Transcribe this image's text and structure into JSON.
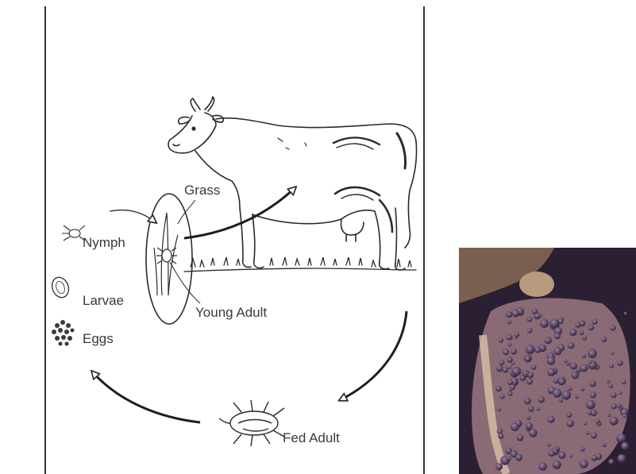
{
  "diagram": {
    "labels": {
      "grass": "Grass",
      "nymph": "Nymph",
      "larvae": "Larvae",
      "eggs": "Eggs",
      "young_adult": "Young Adult",
      "fed_adult": "Fed Adult"
    }
  },
  "colors": {
    "frame_border": "#333333",
    "ink": "#2a2a2a",
    "photo_dark": "#2b1f33",
    "photo_tick": "#6a5470",
    "photo_skin": "#b89a7c"
  },
  "icons": {
    "cow": "cow-illustration",
    "nymph": "nymph-tick-icon",
    "larvae": "larvae-icon",
    "eggs": "eggs-cluster-icon",
    "fed_adult": "fed-adult-tick-icon",
    "photo": "tick-infested-hide-photo"
  }
}
